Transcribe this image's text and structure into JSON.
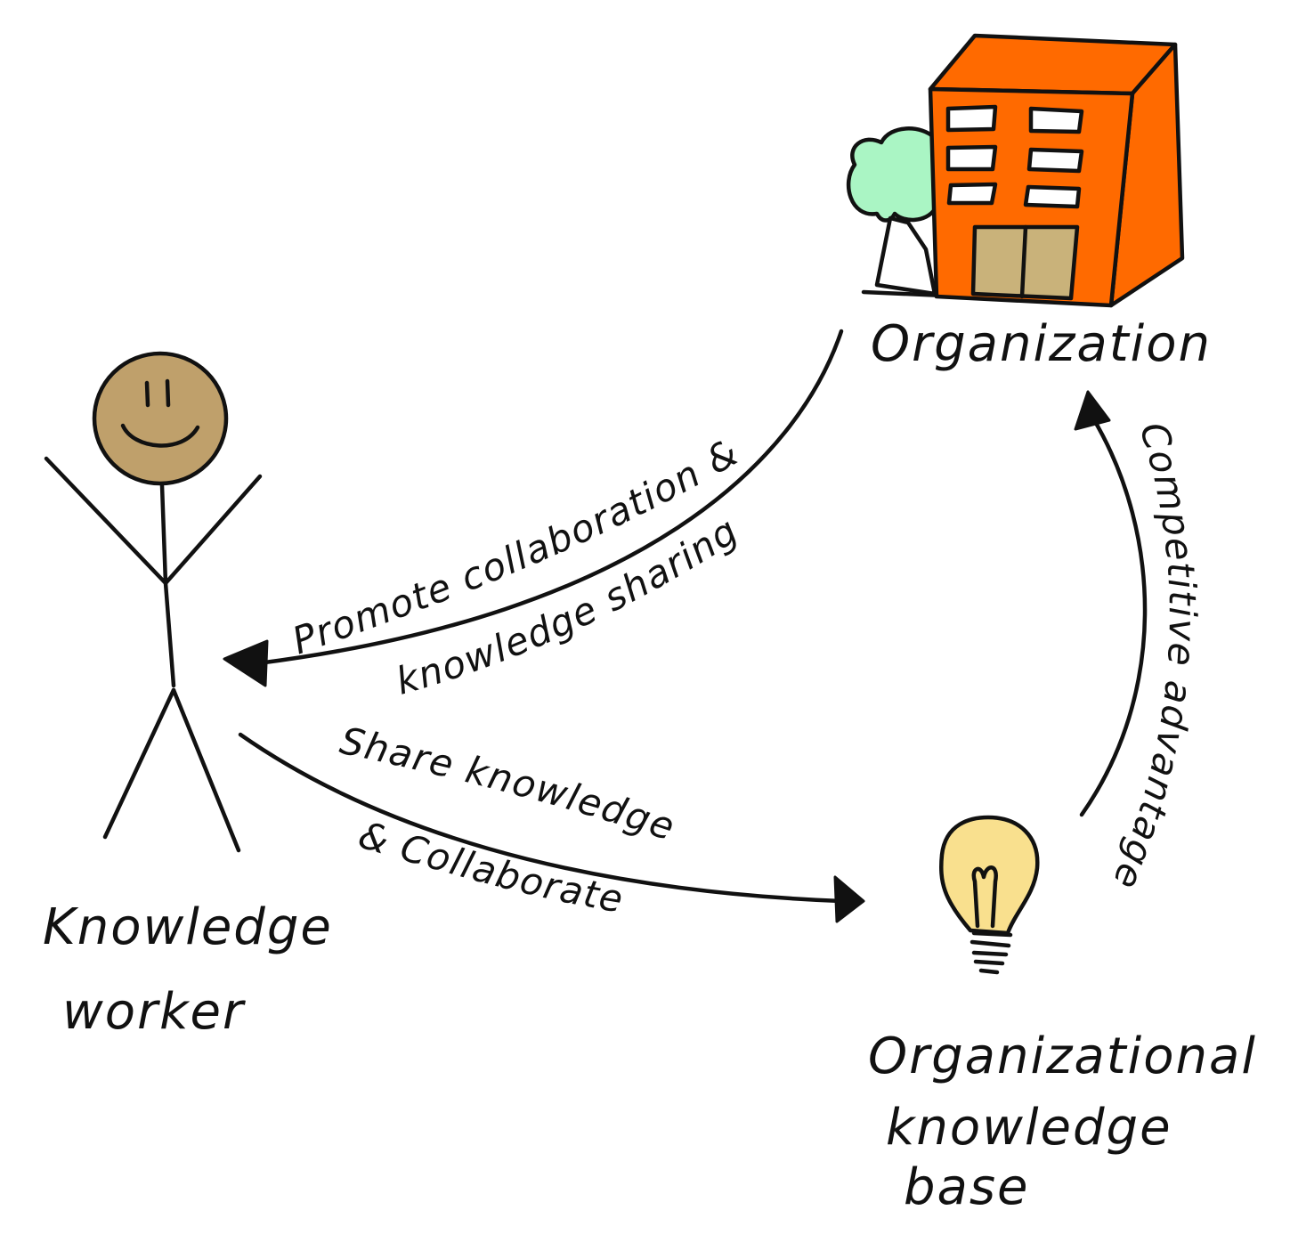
{
  "nodes": {
    "organization": {
      "label": "Organization"
    },
    "worker": {
      "label_line1": "Knowledge",
      "label_line2": "worker"
    },
    "knowledge_base": {
      "label_line1": "Organizational",
      "label_line2": "knowledge",
      "label_line3": "base"
    }
  },
  "edges": {
    "promote": {
      "line1": "Promote collaboration &",
      "line2": "knowledge sharing"
    },
    "share": {
      "line1": "Share knowledge",
      "line2": "& Collaborate"
    },
    "advantage": {
      "label": "Competitive advantage"
    }
  },
  "colors": {
    "building": "#ff6a00",
    "tree": "#aaf5c4",
    "face": "#bfa06b",
    "bulb": "#f9e08e",
    "door": "#c9b27a",
    "ink": "#111111"
  }
}
